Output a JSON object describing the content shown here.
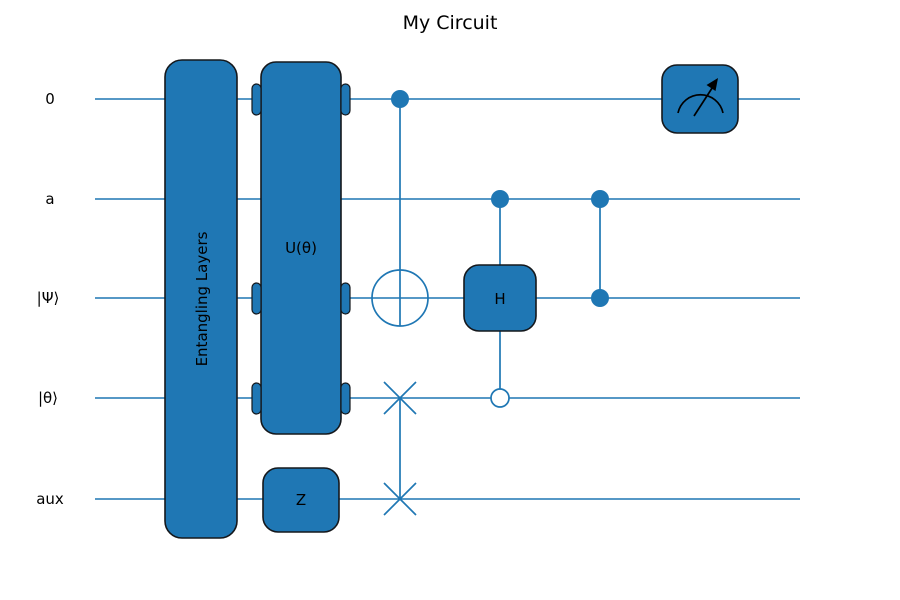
{
  "title": "My Circuit",
  "colors": {
    "gate_fill": "#1f77b4",
    "wire": "#1f77b4",
    "gate_edge": "#15181c",
    "text": "#000000",
    "background": "#ffffff"
  },
  "wires": [
    {
      "label": "0"
    },
    {
      "label": "a"
    },
    {
      "label": "|Ψ⟩"
    },
    {
      "label": "|θ⟩"
    },
    {
      "label": "aux"
    }
  ],
  "gates": {
    "entangling_layers": {
      "label": "Entangling Layers",
      "type": "multi-qubit-block",
      "wires": [
        "0",
        "a",
        "|Ψ⟩",
        "|θ⟩",
        "aux"
      ]
    },
    "u_theta": {
      "label": "U(θ)",
      "type": "multi-qubit-block",
      "wires": [
        "0",
        "|Ψ⟩",
        "|θ⟩"
      ]
    },
    "z": {
      "label": "Z",
      "type": "single-qubit-box",
      "wires": [
        "aux"
      ]
    },
    "cnot": {
      "type": "CNOT",
      "control": "0",
      "target": "|Ψ⟩"
    },
    "swap": {
      "type": "SWAP",
      "wires": [
        "|θ⟩",
        "aux"
      ]
    },
    "ctrl_h": {
      "label": "H",
      "type": "controlled-H",
      "filled_control": "a",
      "open_control": "|θ⟩",
      "target": "|Ψ⟩"
    },
    "cz": {
      "type": "CZ",
      "controls": [
        "a",
        "|Ψ⟩"
      ]
    },
    "measure": {
      "type": "measurement",
      "wire": "0"
    }
  }
}
